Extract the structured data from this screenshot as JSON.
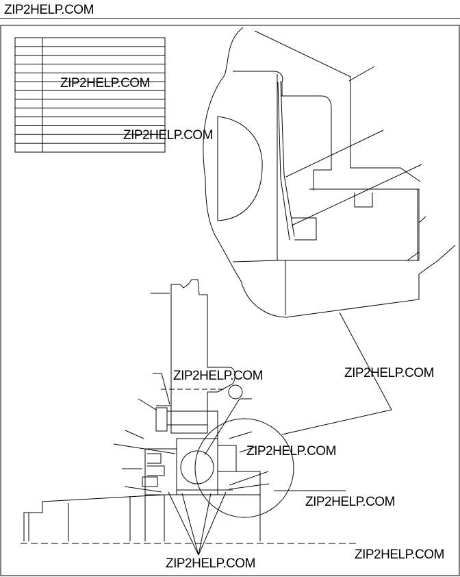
{
  "watermarks": [
    "ZIP2HELP.COM",
    "ZIP2HELP.COM",
    "ZIP2HELP.COM",
    "ZIP2HELP.COM",
    "ZIP2HELP.COM",
    "ZIP2HELP.COM",
    "ZIP2HELP.COM",
    "ZIP2HELP.COM",
    "ZIP2HELP.COM"
  ],
  "legend_table": {
    "rows": 13,
    "columns": 2,
    "cells_empty": true
  }
}
